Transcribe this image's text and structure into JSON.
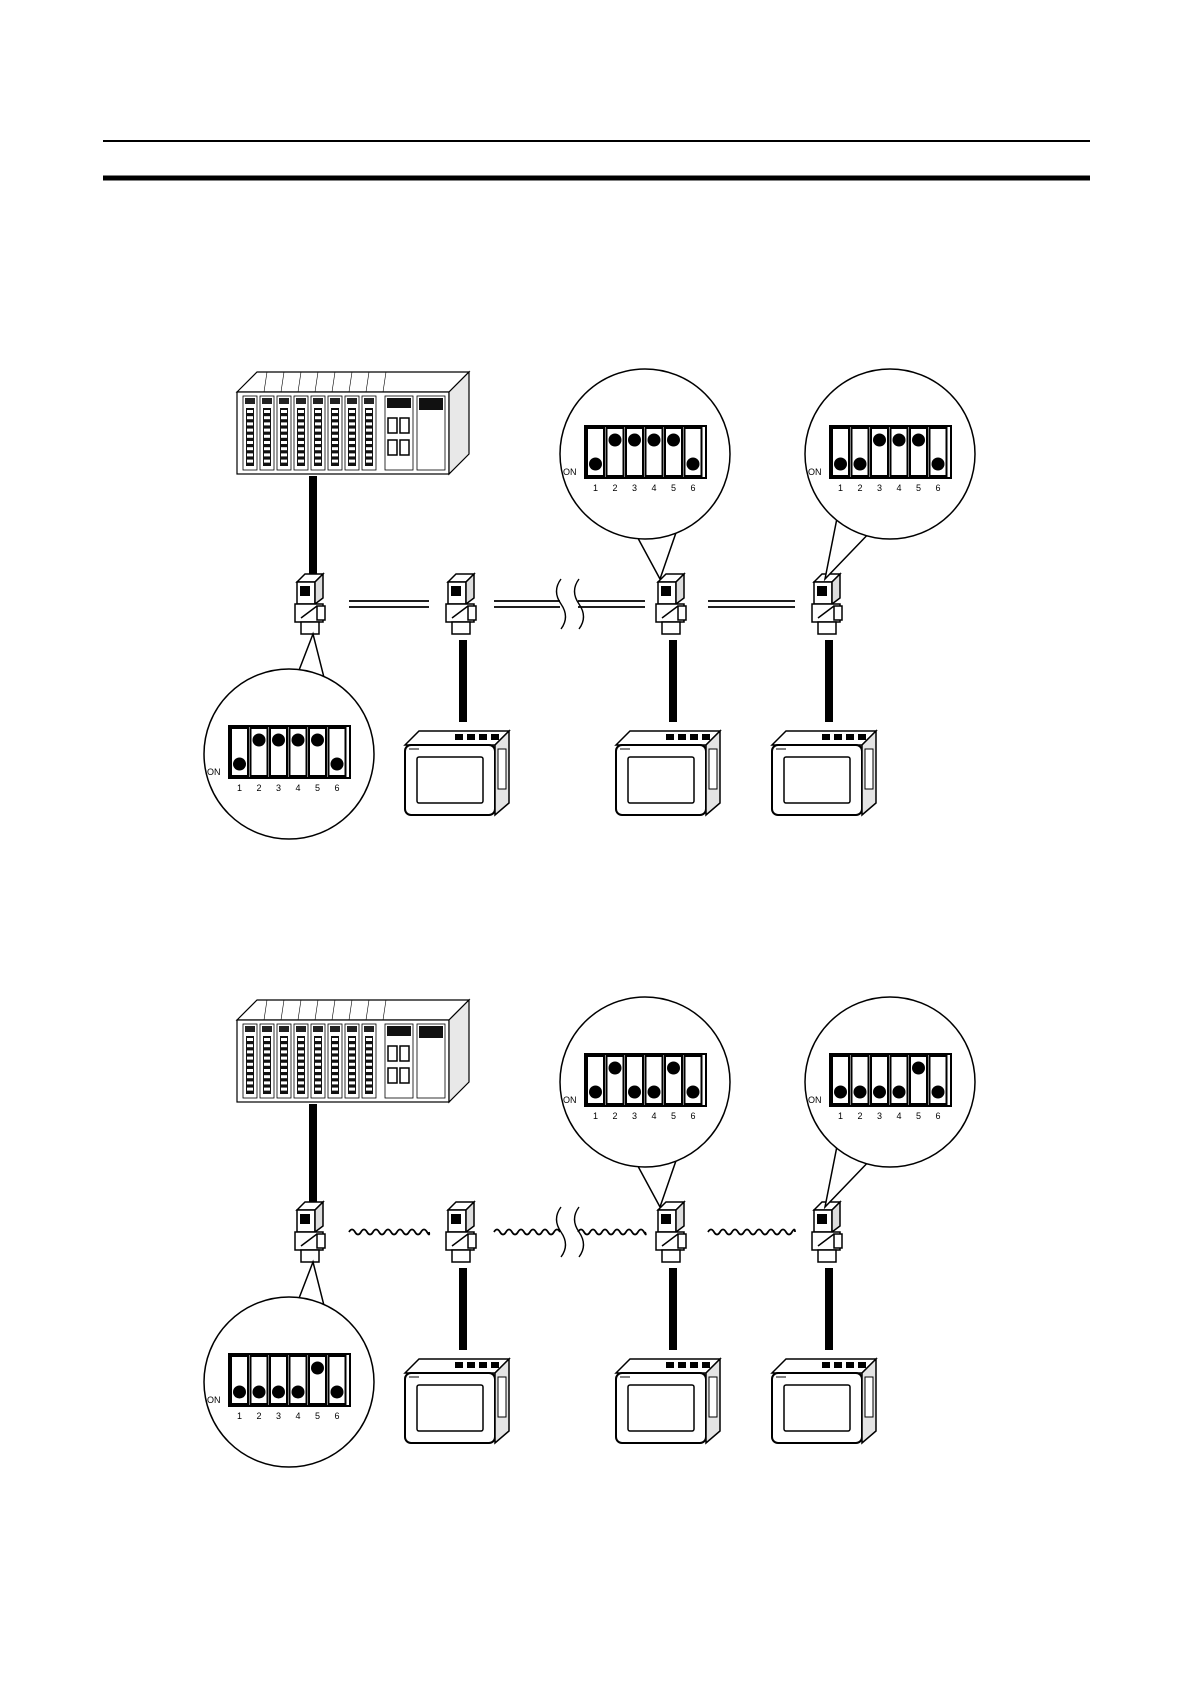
{
  "switch_labels": {
    "on": "ON",
    "numbers": [
      "1",
      "2",
      "3",
      "4",
      "5",
      "6"
    ]
  },
  "diagrams": [
    {
      "cable": "double-line",
      "settings": [
        {
          "id": "plc-adapter",
          "on": [
            true,
            false,
            false,
            false,
            false,
            true
          ]
        },
        {
          "id": "adapter-3",
          "on": [
            true,
            false,
            false,
            false,
            false,
            true
          ]
        },
        {
          "id": "adapter-4",
          "on": [
            true,
            true,
            false,
            false,
            false,
            true
          ]
        }
      ]
    },
    {
      "cable": "twisted-pair",
      "settings": [
        {
          "id": "plc-adapter",
          "on": [
            true,
            true,
            true,
            true,
            false,
            true
          ]
        },
        {
          "id": "adapter-3",
          "on": [
            true,
            false,
            true,
            true,
            false,
            true
          ]
        },
        {
          "id": "adapter-4",
          "on": [
            true,
            true,
            true,
            true,
            false,
            true
          ]
        }
      ]
    }
  ]
}
